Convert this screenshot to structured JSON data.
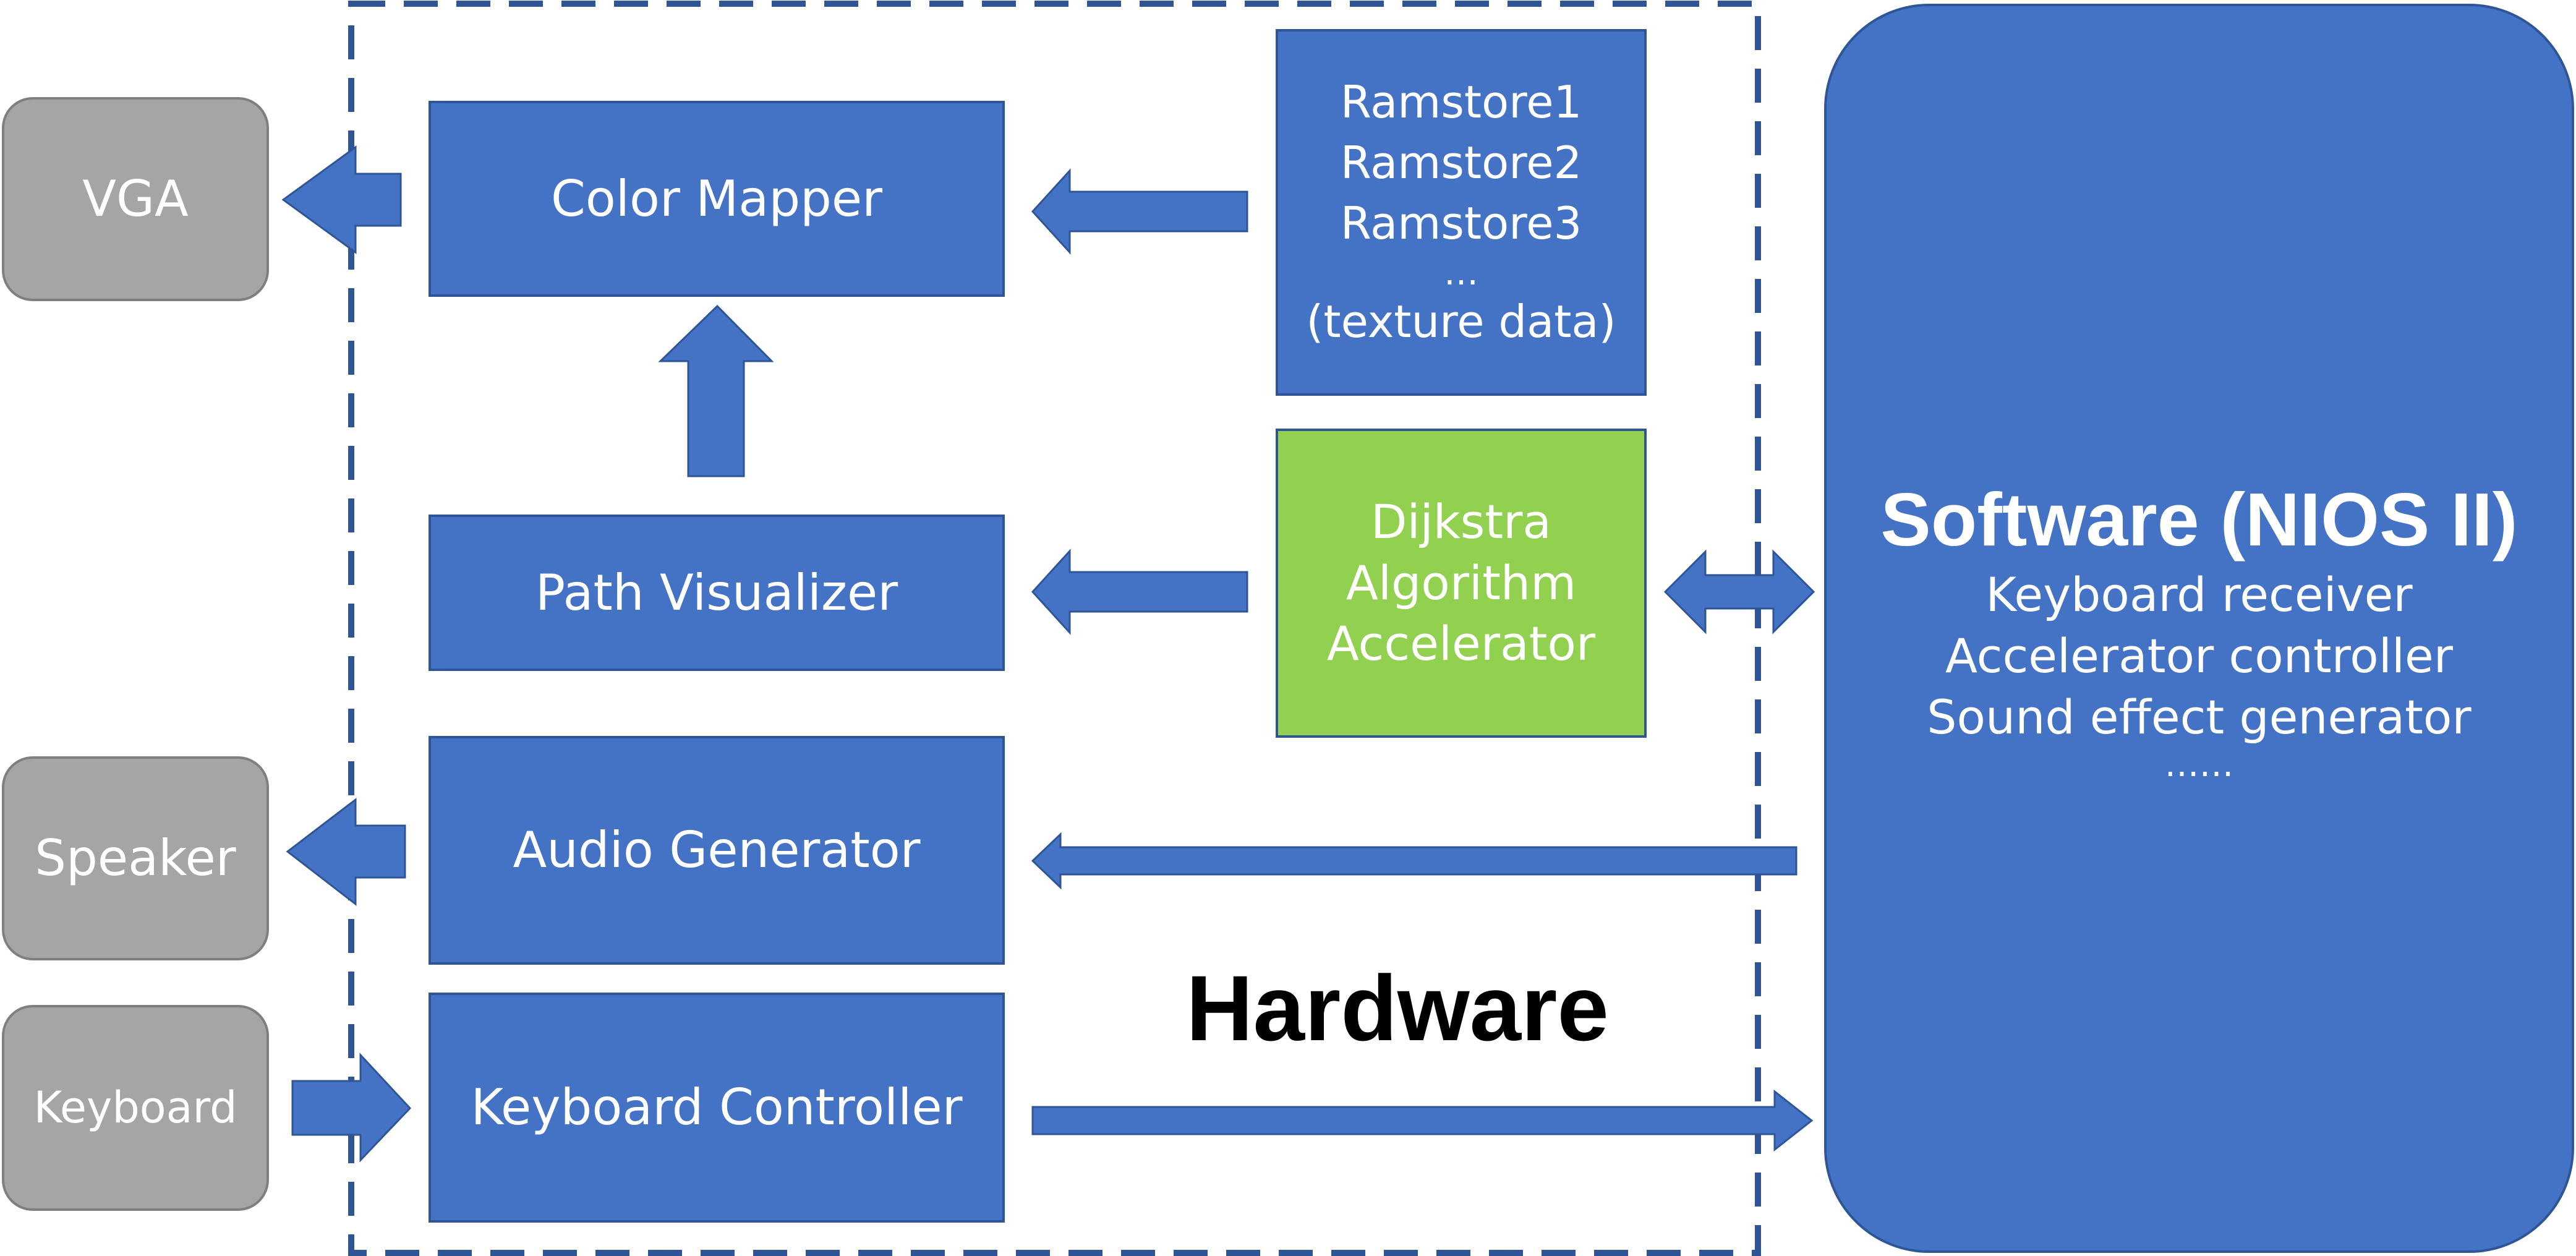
{
  "colors": {
    "module_fill": "#4472C4",
    "module_border": "#2F5597",
    "accelerator_fill": "#92D050",
    "io_fill": "#A5A5A5",
    "io_border": "#7F7F7F",
    "arrow_fill": "#4472C4",
    "hardware_border": "#2F5597"
  },
  "hardware_label": "Hardware",
  "io_devices": {
    "vga": "VGA",
    "speaker": "Speaker",
    "keyboard": "Keyboard"
  },
  "modules": {
    "color_mapper": "Color Mapper",
    "path_visualizer": "Path Visualizer",
    "audio_generator": "Audio Generator",
    "keyboard_controller": "Keyboard Controller"
  },
  "ramstore": {
    "lines": [
      "Ramstore1",
      "Ramstore2",
      "Ramstore3",
      "…",
      "(texture data)"
    ]
  },
  "accelerator": {
    "lines": [
      "Dijkstra",
      "Algorithm",
      "Accelerator"
    ]
  },
  "software": {
    "title": "Software (NIOS II)",
    "items": [
      "Keyboard receiver",
      "Accelerator controller",
      "Sound effect generator",
      "……"
    ]
  }
}
